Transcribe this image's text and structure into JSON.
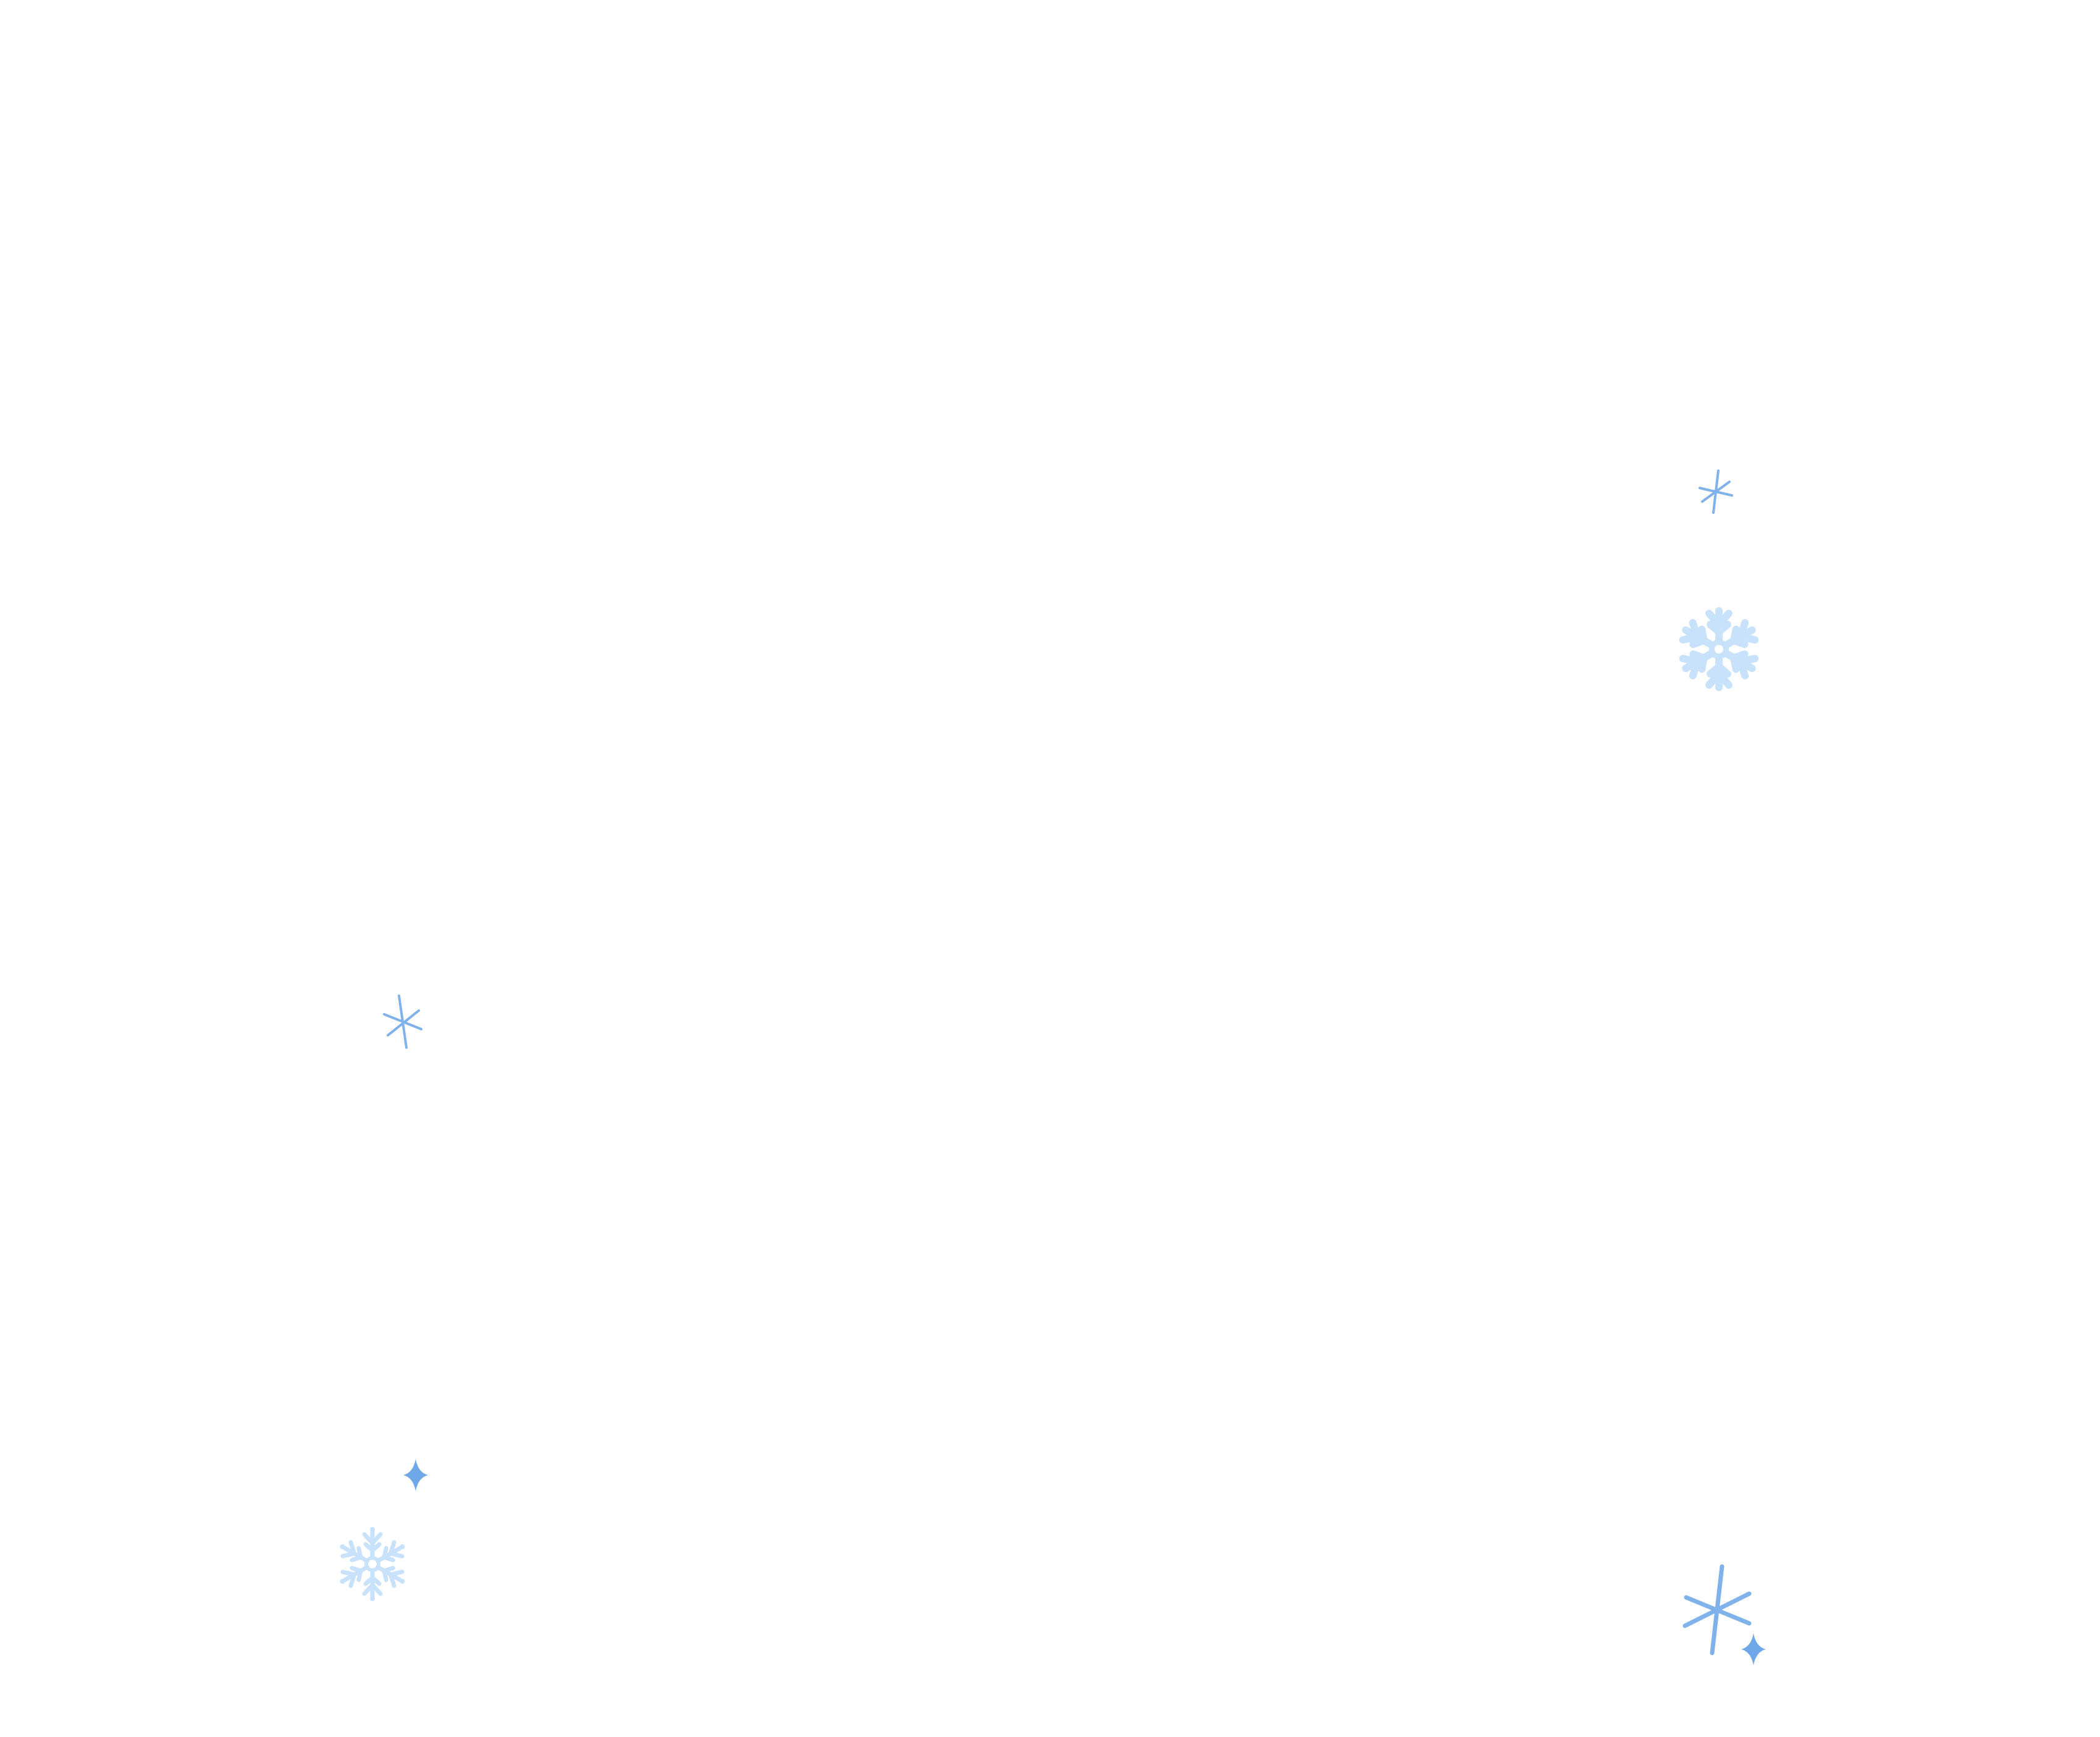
{
  "canvas": {
    "background": "#ffffff"
  },
  "colors": {
    "sparkle_blue": "#7fb1ea",
    "snowflake_light_blue": "#c9e2fb",
    "diamond_blue": "#6fa8e8"
  },
  "decorations": [
    {
      "icon": "asterisk-sparkle-icon",
      "color": "sparkle_blue"
    },
    {
      "icon": "snowflake-icon",
      "color": "snowflake_light_blue"
    },
    {
      "icon": "asterisk-sparkle-icon",
      "color": "sparkle_blue"
    },
    {
      "icon": "diamond-sparkle-icon",
      "color": "diamond_blue"
    },
    {
      "icon": "snowflake-icon",
      "color": "snowflake_light_blue"
    },
    {
      "icon": "asterisk-sparkle-icon",
      "color": "sparkle_blue"
    },
    {
      "icon": "diamond-sparkle-icon",
      "color": "diamond_blue"
    }
  ]
}
